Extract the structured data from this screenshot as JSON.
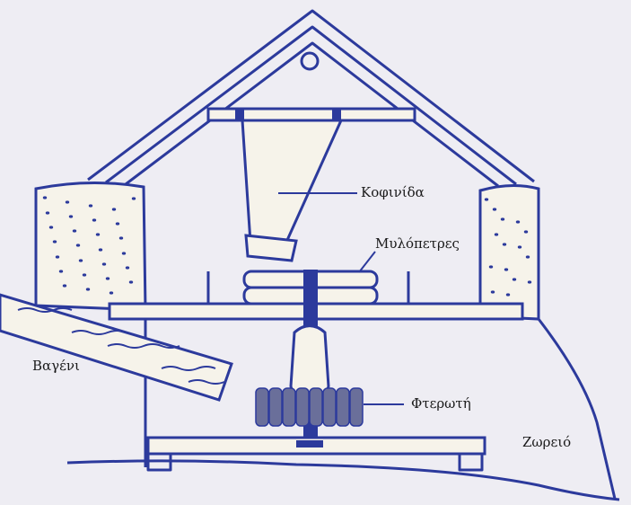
{
  "labels": {
    "hopper": "Κοφινίδα",
    "millstones": "Μυλόπετρες",
    "chute": "Βαγένι",
    "water_wheel": "Φτερωτή",
    "wheel_pit": "Ζωρειό"
  },
  "colors": {
    "line": "#2c3a9c",
    "background": "#eeedf3"
  }
}
